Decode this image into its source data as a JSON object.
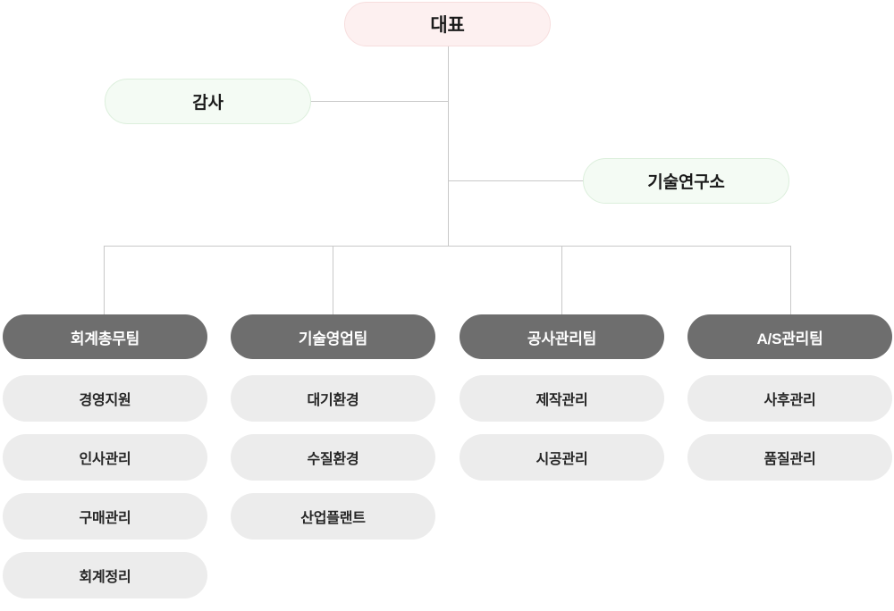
{
  "chart": {
    "type": "org-chart",
    "title": "",
    "root": {
      "label": "대표",
      "color": "#fdf0f0"
    },
    "staff": [
      {
        "label": "감사",
        "color": "#f4fbf4",
        "side": "left"
      },
      {
        "label": "기술연구소",
        "color": "#f4fbf4",
        "side": "right"
      }
    ],
    "departments": [
      {
        "label": "회계총무팀",
        "color": "#6e6e6e",
        "items": [
          {
            "label": "경영지원"
          },
          {
            "label": "인사관리"
          },
          {
            "label": "구매관리"
          },
          {
            "label": "회계정리"
          }
        ]
      },
      {
        "label": "기술영업팀",
        "color": "#6e6e6e",
        "items": [
          {
            "label": "대기환경"
          },
          {
            "label": "수질환경"
          },
          {
            "label": "산업플랜트"
          }
        ]
      },
      {
        "label": "공사관리팀",
        "color": "#6e6e6e",
        "items": [
          {
            "label": "제작관리"
          },
          {
            "label": "시공관리"
          }
        ]
      },
      {
        "label": "A/S관리팀",
        "color": "#6e6e6e",
        "items": [
          {
            "label": "사후관리"
          },
          {
            "label": "품질관리"
          }
        ]
      }
    ],
    "colors": {
      "root_fill": "#fdf0f0",
      "root_border": "#f7dede",
      "staff_fill": "#f4fbf4",
      "staff_border": "#dcefdc",
      "dept_fill": "#6e6e6e",
      "dept_text": "#ffffff",
      "item_fill": "#ececec",
      "item_text": "#262626",
      "connector": "#c8c8c8",
      "background": "#ffffff"
    }
  }
}
